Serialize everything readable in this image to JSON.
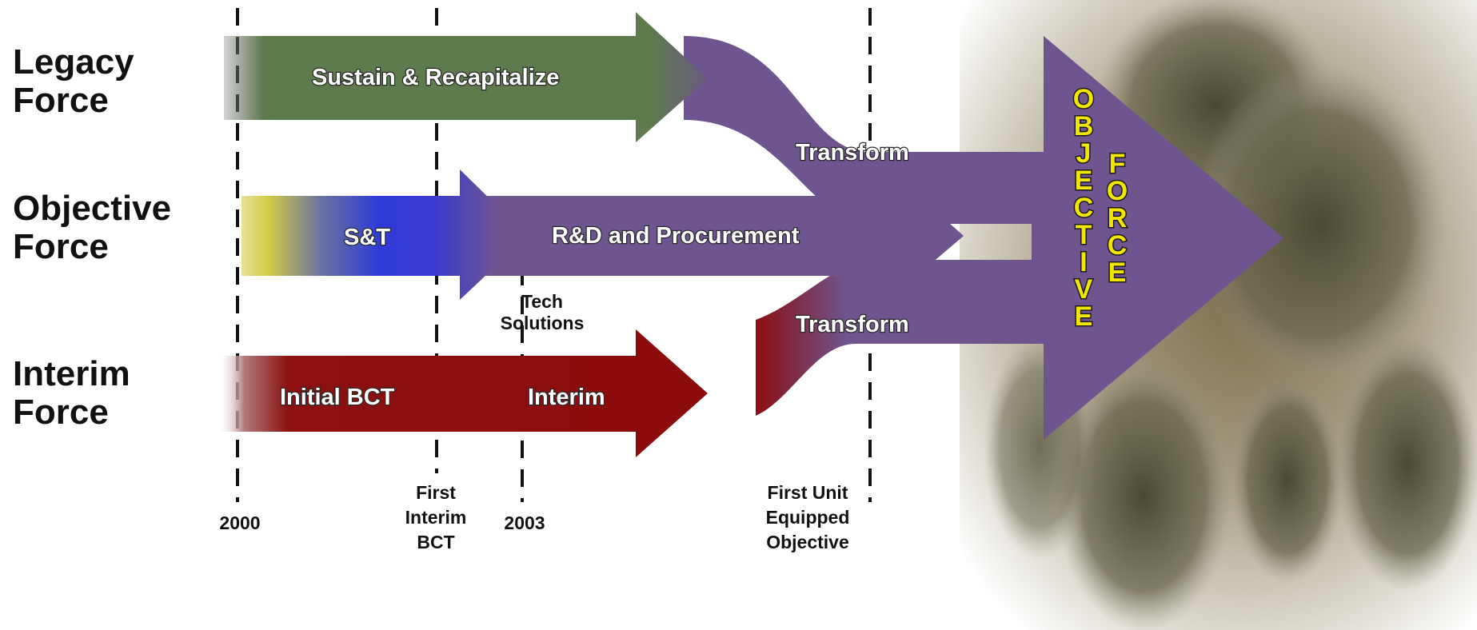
{
  "rows": {
    "legacy": [
      "Legacy",
      "Force"
    ],
    "objective": [
      "Objective",
      "Force"
    ],
    "interim": [
      "Interim",
      "Force"
    ]
  },
  "arrows": {
    "sustain": "Sustain & Recapitalize",
    "transform_top": "Transform",
    "st": "S&T",
    "rd": "R&D and Procurement",
    "tech": [
      "Tech",
      "Solutions"
    ],
    "transform_bottom": "Transform",
    "initial_bct": "Initial BCT",
    "interim": "Interim"
  },
  "timeline": {
    "year_2000": "2000",
    "first_interim_bct": [
      "First",
      "Interim",
      "BCT"
    ],
    "year_2003": "2003",
    "first_unit": [
      "First Unit",
      "Equipped",
      "Objective"
    ]
  },
  "objective_force": {
    "word1": [
      "O",
      "B",
      "J",
      "E",
      "C",
      "T",
      "I",
      "V",
      "E"
    ],
    "word2": [
      "F",
      "O",
      "R",
      "C",
      "E"
    ]
  },
  "colors": {
    "legacy_green": "#5e7b4e",
    "purple": "#6f5590",
    "st_blue": "#2f3ad8",
    "st_yellow": "#d4cc45",
    "interim_red": "#8c0b0b",
    "objective_text": "#f2e600"
  }
}
